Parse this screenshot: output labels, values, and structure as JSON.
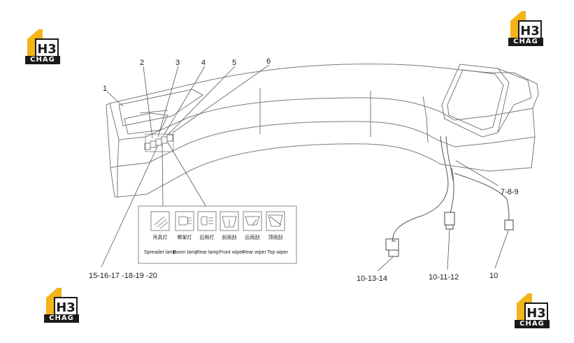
{
  "brand": {
    "logo_text": "CHAG",
    "logo_mark": "H3",
    "accent_color": "#f2b418",
    "dark_color": "#1a1a1a"
  },
  "callouts": {
    "c1": "1",
    "c2": "2",
    "c3": "3",
    "c4": "4",
    "c5": "5",
    "c6": "6",
    "c789": "7-8-9",
    "c1519": "15-16-17 -18-19 -20",
    "c101314": "10-13-14",
    "c101112": "10-11-12",
    "c10": "10"
  },
  "switch_panel": {
    "items": [
      {
        "cn": "吊具灯",
        "en": "Spreader lamp",
        "icon": "spreader-lamp-icon"
      },
      {
        "cn": "臂架灯",
        "en": "Boom lamp",
        "icon": "boom-lamp-icon"
      },
      {
        "cn": "后照灯",
        "en": "Rear lamp",
        "icon": "rear-lamp-icon"
      },
      {
        "cn": "前雨刮",
        "en": "Front wiper",
        "icon": "front-wiper-icon"
      },
      {
        "cn": "后雨刮",
        "en": "Rear wiper",
        "icon": "rear-wiper-icon"
      },
      {
        "cn": "顶雨刮",
        "en": "Top wiper",
        "icon": "top-wiper-icon"
      }
    ]
  }
}
